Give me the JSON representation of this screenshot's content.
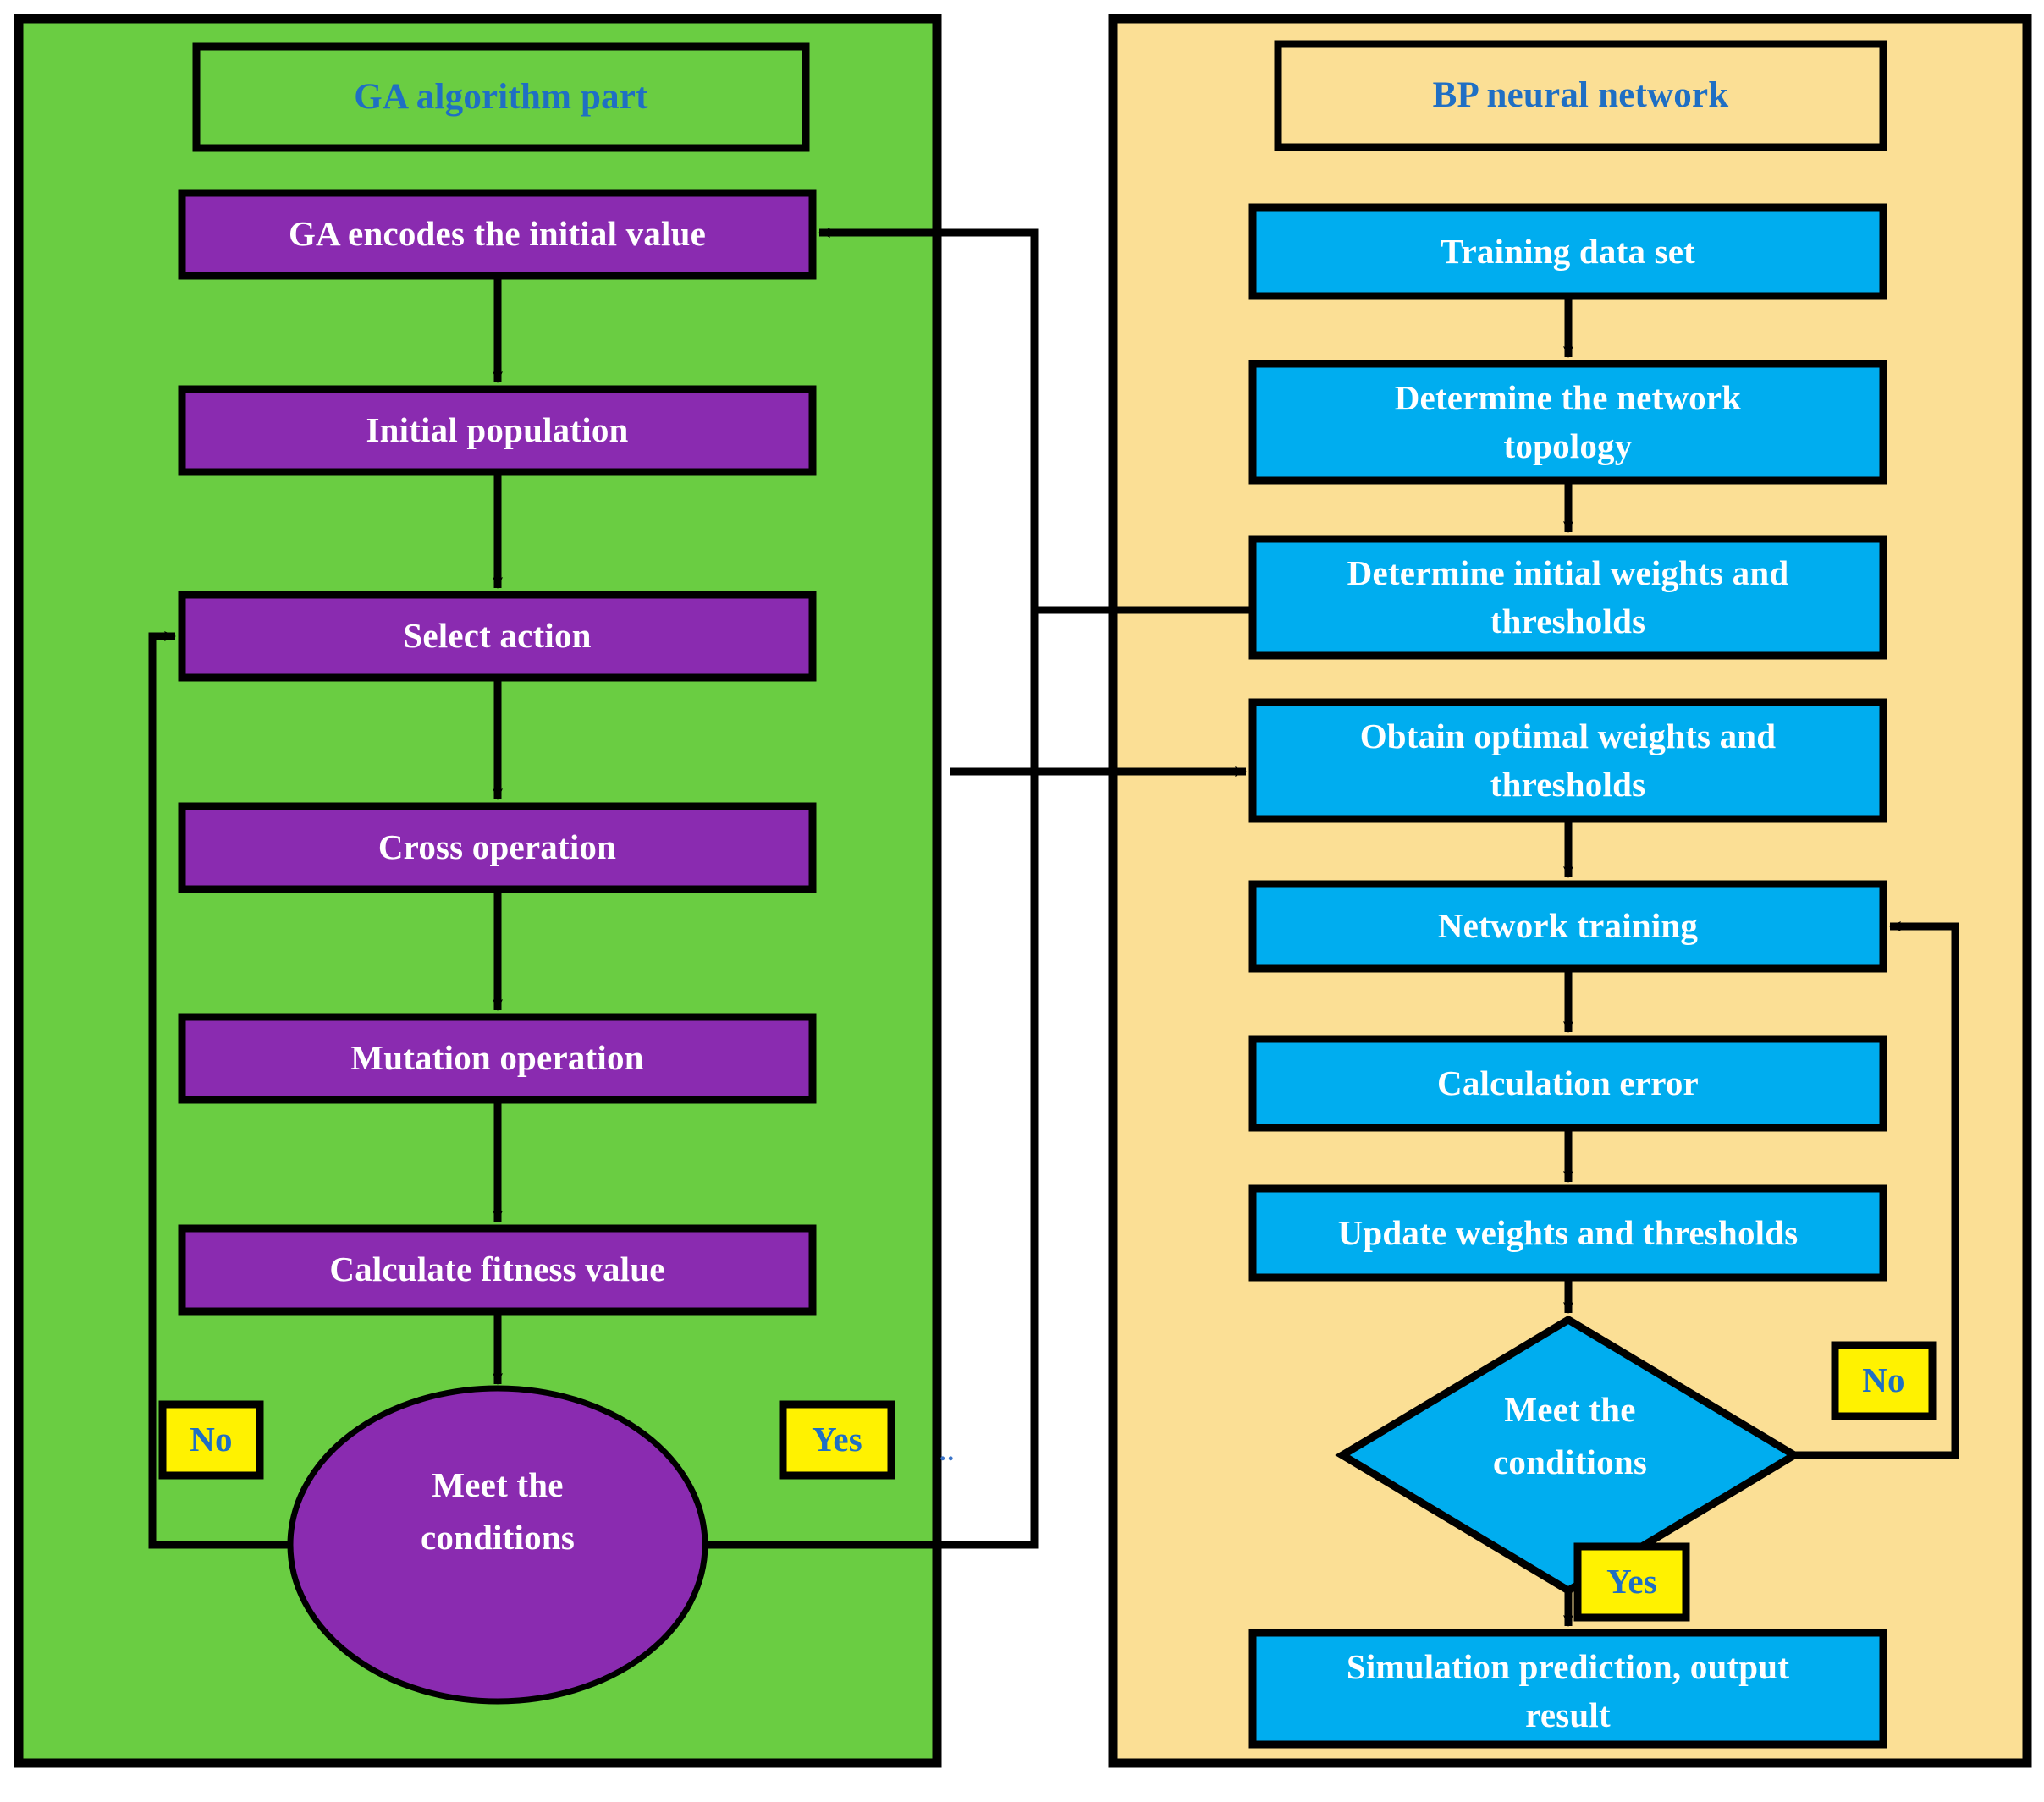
{
  "diagram": {
    "title_left": "GA algorithm part",
    "title_right": "BP neural network",
    "panels": [
      {
        "id": "ga",
        "title": "GA algorithm part",
        "fill": "#6ACD42",
        "node_fill": "#8A2BB0",
        "node_text": "#FFFFFF",
        "title_text": "#1F6FC4"
      },
      {
        "id": "bp",
        "title": "BP neural network",
        "fill": "#FBDF95",
        "node_fill": "#00ADEF",
        "node_text": "#FFFFFF",
        "title_text": "#1F6FC4"
      }
    ],
    "colors": {
      "green_panel": "#6ACD42",
      "tan_panel": "#FBDF95",
      "purple_node": "#8A2BB0",
      "blue_node": "#00ADEF",
      "yellow_tag": "#FFF200",
      "tag_text": "#1F6FC4",
      "stroke": "#000000",
      "node_text": "#FFFFFF",
      "title_text": "#1F6FC4"
    },
    "left_nodes": [
      {
        "name": "ga-title",
        "label": "GA algorithm part",
        "shape": "rect-outline"
      },
      {
        "name": "ga-encode",
        "label": "GA encodes the initial value",
        "shape": "rect"
      },
      {
        "name": "initial-population",
        "label": "Initial population",
        "shape": "rect"
      },
      {
        "name": "select-action",
        "label": "Select action",
        "shape": "rect"
      },
      {
        "name": "cross-operation",
        "label": "Cross operation",
        "shape": "rect"
      },
      {
        "name": "mutation-operation",
        "label": "Mutation operation",
        "shape": "rect"
      },
      {
        "name": "calculate-fitness-value",
        "label": "Calculate fitness value",
        "shape": "rect"
      },
      {
        "name": "ga-meet-conditions",
        "label": "Meet the\nconditions",
        "label_line1": "Meet the",
        "label_line2": "conditions",
        "shape": "ellipse"
      }
    ],
    "right_nodes": [
      {
        "name": "bp-title",
        "label": "BP neural network",
        "shape": "rect-outline"
      },
      {
        "name": "training-data-set",
        "label": "Training data set",
        "shape": "rect"
      },
      {
        "name": "determine-network-topology",
        "label": "Determine the network\ntopology",
        "label_line1": "Determine the network",
        "label_line2": "topology",
        "shape": "rect"
      },
      {
        "name": "determine-initial-weights",
        "label": "Determine initial weights and\nthresholds",
        "label_line1": "Determine initial weights and",
        "label_line2": "thresholds",
        "shape": "rect"
      },
      {
        "name": "obtain-optimal-weights",
        "label": "Obtain optimal weights and\nthresholds",
        "label_line1": "Obtain optimal weights and",
        "label_line2": "thresholds",
        "shape": "rect"
      },
      {
        "name": "network-training",
        "label": "Network training",
        "shape": "rect"
      },
      {
        "name": "calculation-error",
        "label": "Calculation error",
        "shape": "rect"
      },
      {
        "name": "update-weights-thresholds",
        "label": "Update weights and thresholds",
        "shape": "rect"
      },
      {
        "name": "bp-meet-conditions",
        "label": "Meet the\nconditions",
        "label_line1": "Meet the",
        "label_line2": "conditions",
        "shape": "diamond"
      },
      {
        "name": "simulation-prediction",
        "label": "Simulation prediction, output\nresult",
        "label_line1": "Simulation prediction, output",
        "label_line2": "result",
        "shape": "rect"
      }
    ],
    "edge_labels": {
      "ga_no": "No",
      "ga_yes": "Yes",
      "bp_no": "No",
      "bp_yes": "Yes"
    },
    "stray_mark": ".."
  }
}
